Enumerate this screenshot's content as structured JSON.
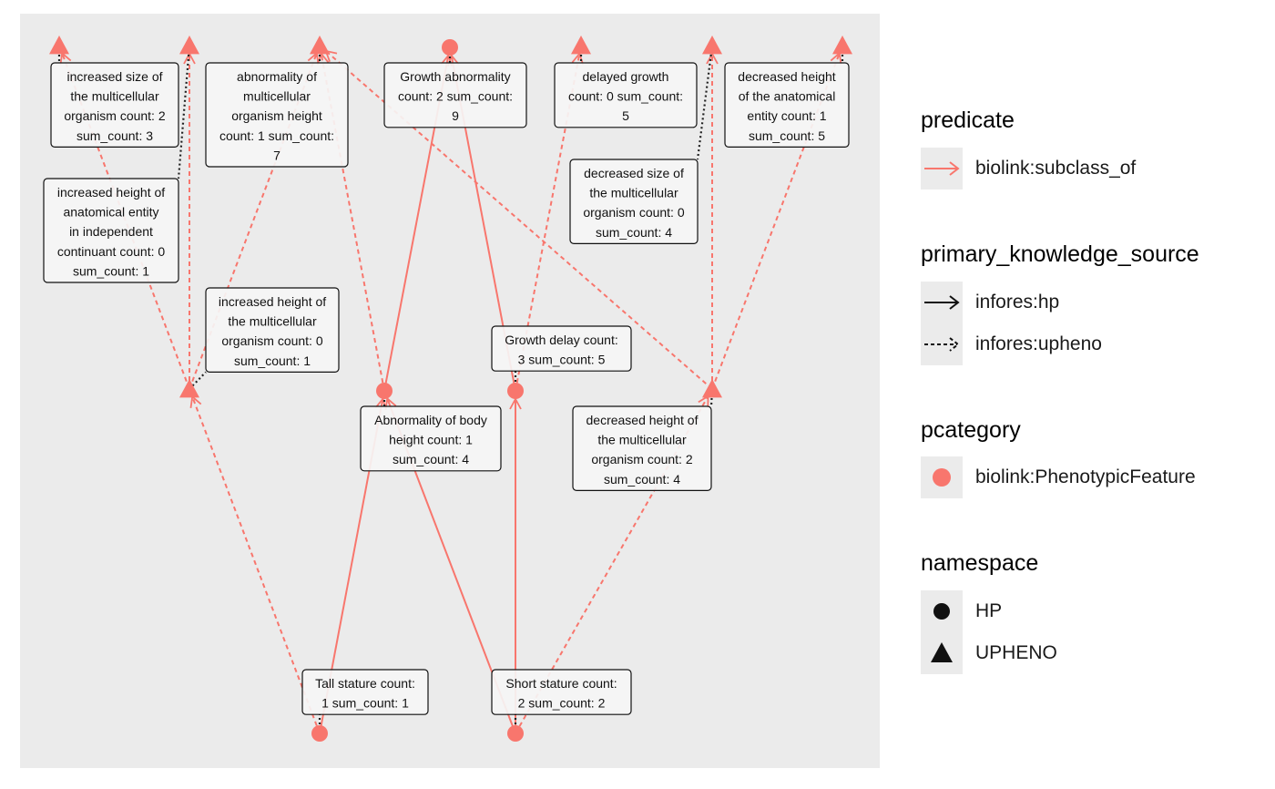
{
  "colors": {
    "panel": "#ebebeb",
    "edge": "#f8766d",
    "node": "#f8766d",
    "label_fill": "#f5f5f5",
    "leader": "#222222"
  },
  "nodes": [
    {
      "id": "inc_size_multi",
      "label": "increased size of the multicellular organism count: 2 sum_count: 3",
      "namespace": "UPHENO"
    },
    {
      "id": "inc_height_anat_indep",
      "label": "increased height of anatomical entity in independent continuant count: 0 sum_count: 1",
      "namespace": "UPHENO"
    },
    {
      "id": "abn_multi_height",
      "label": "abnormality of multicellular organism height count: 1 sum_count: 7",
      "namespace": "UPHENO"
    },
    {
      "id": "growth_abn",
      "label": "Growth abnormality count: 2 sum_count: 9",
      "namespace": "HP"
    },
    {
      "id": "delayed_growth",
      "label": "delayed growth count: 0 sum_count: 5",
      "namespace": "UPHENO"
    },
    {
      "id": "dec_size_multi",
      "label": "decreased size of the multicellular organism count: 0 sum_count: 4",
      "namespace": "UPHENO"
    },
    {
      "id": "dec_height_anat",
      "label": "decreased height of the anatomical entity count: 1 sum_count: 5",
      "namespace": "UPHENO"
    },
    {
      "id": "inc_height_multi",
      "label": "increased height of the multicellular organism count: 0 sum_count: 1",
      "namespace": "UPHENO"
    },
    {
      "id": "abn_body_height",
      "label": "Abnormality of body height count: 1 sum_count: 4",
      "namespace": "HP"
    },
    {
      "id": "growth_delay",
      "label": "Growth delay count: 3 sum_count: 5",
      "namespace": "HP"
    },
    {
      "id": "dec_height_multi",
      "label": "decreased height of the multicellular organism count: 2 sum_count: 4",
      "namespace": "UPHENO"
    },
    {
      "id": "tall_stature",
      "label": "Tall stature count: 1 sum_count: 1",
      "namespace": "HP"
    },
    {
      "id": "short_stature",
      "label": "Short stature count: 2 sum_count: 2",
      "namespace": "HP"
    }
  ],
  "edges": [
    {
      "from": "tall_stature",
      "to": "abn_body_height",
      "predicate": "biolink:subclass_of",
      "source": "infores:hp"
    },
    {
      "from": "tall_stature",
      "to": "inc_height_multi",
      "predicate": "biolink:subclass_of",
      "source": "infores:upheno"
    },
    {
      "from": "short_stature",
      "to": "abn_body_height",
      "predicate": "biolink:subclass_of",
      "source": "infores:hp"
    },
    {
      "from": "short_stature",
      "to": "growth_delay",
      "predicate": "biolink:subclass_of",
      "source": "infores:hp"
    },
    {
      "from": "short_stature",
      "to": "dec_height_multi",
      "predicate": "biolink:subclass_of",
      "source": "infores:upheno"
    },
    {
      "from": "abn_body_height",
      "to": "growth_abn",
      "predicate": "biolink:subclass_of",
      "source": "infores:hp"
    },
    {
      "from": "abn_body_height",
      "to": "abn_multi_height",
      "predicate": "biolink:subclass_of",
      "source": "infores:upheno"
    },
    {
      "from": "growth_delay",
      "to": "growth_abn",
      "predicate": "biolink:subclass_of",
      "source": "infores:hp"
    },
    {
      "from": "growth_delay",
      "to": "delayed_growth",
      "predicate": "biolink:subclass_of",
      "source": "infores:upheno"
    },
    {
      "from": "inc_height_multi",
      "to": "inc_size_multi",
      "predicate": "biolink:subclass_of",
      "source": "infores:upheno"
    },
    {
      "from": "inc_height_multi",
      "to": "inc_height_anat_indep",
      "predicate": "biolink:subclass_of",
      "source": "infores:upheno"
    },
    {
      "from": "inc_height_multi",
      "to": "abn_multi_height",
      "predicate": "biolink:subclass_of",
      "source": "infores:upheno"
    },
    {
      "from": "dec_height_multi",
      "to": "dec_size_multi",
      "predicate": "biolink:subclass_of",
      "source": "infores:upheno"
    },
    {
      "from": "dec_height_multi",
      "to": "dec_height_anat",
      "predicate": "biolink:subclass_of",
      "source": "infores:upheno"
    },
    {
      "from": "dec_height_multi",
      "to": "abn_multi_height",
      "predicate": "biolink:subclass_of",
      "source": "infores:upheno"
    }
  ],
  "legend": {
    "predicate": {
      "title": "predicate",
      "items": [
        "biolink:subclass_of"
      ]
    },
    "primary_knowledge_source": {
      "title": "primary_knowledge_source",
      "items": [
        "infores:hp",
        "infores:upheno"
      ]
    },
    "pcategory": {
      "title": "pcategory",
      "items": [
        "biolink:PhenotypicFeature"
      ]
    },
    "namespace": {
      "title": "namespace",
      "items": [
        "HP",
        "UPHENO"
      ]
    }
  }
}
